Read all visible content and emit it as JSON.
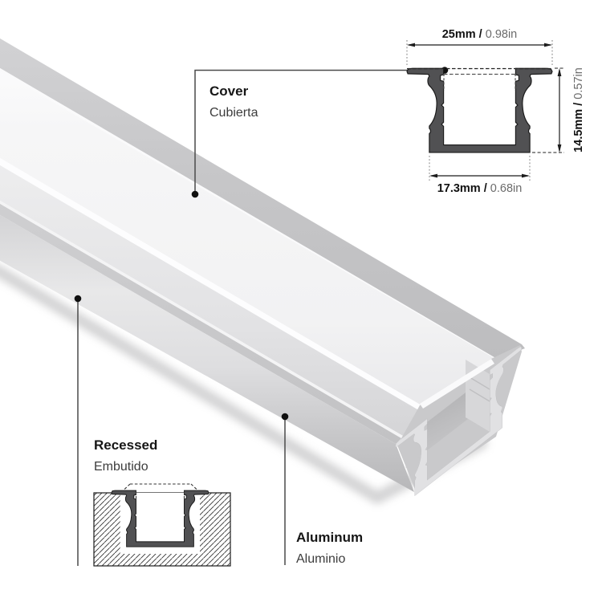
{
  "diagram_title": "recessed-aluminum-led-profile-diagram",
  "labels": {
    "cover": {
      "en": "Cover",
      "es": "Cubierta"
    },
    "recessed": {
      "en": "Recessed",
      "es": "Embutido"
    },
    "aluminum": {
      "en": "Aluminum",
      "es": "Aluminio"
    }
  },
  "dimensions": {
    "top_width": {
      "metric": "25mm /",
      "imperial": "0.98in"
    },
    "side_height": {
      "metric": "14.5mm /",
      "imperial": "0.57in"
    },
    "bottom_width": {
      "metric": "17.3mm /",
      "imperial": "0.68in"
    }
  },
  "colors": {
    "background": "#ffffff",
    "profile_section_fill": "#515153",
    "outline": "#1a1a1a",
    "leader_line": "#4a4a4a",
    "dim_text_bold": "#111111",
    "dim_text_regular": "#6b6b6b",
    "aluminum_light": "#f5f5f6",
    "aluminum_mid": "#d6d6d8",
    "aluminum_dark": "#bcbcbe"
  }
}
